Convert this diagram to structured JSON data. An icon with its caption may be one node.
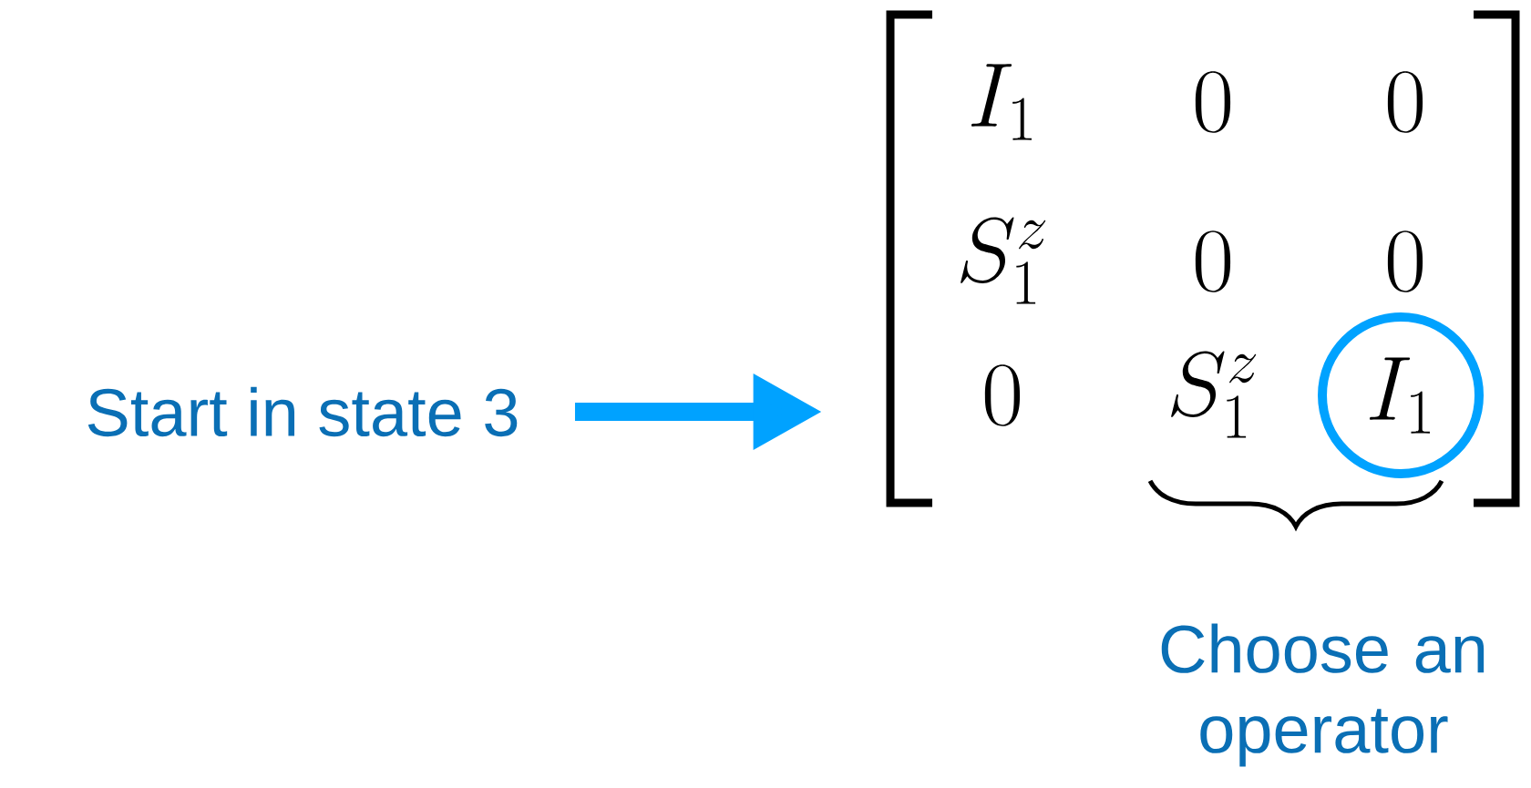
{
  "diagram": {
    "nodes": [
      {
        "text": [
          "Start in state 3"
        ]
      },
      {
        "text": [
          "I_1",
          "0",
          "0",
          "S^z_1",
          "0",
          "0",
          "0",
          "S^z_1"
        ]
      },
      {
        "text": [
          "I_1"
        ],
        "in": 1
      }
    ],
    "edges": [
      {
        "from": 0,
        "to": 1,
        "arrow": "to"
      }
    ],
    "labels": [
      "Choose an operator"
    ]
  }
}
